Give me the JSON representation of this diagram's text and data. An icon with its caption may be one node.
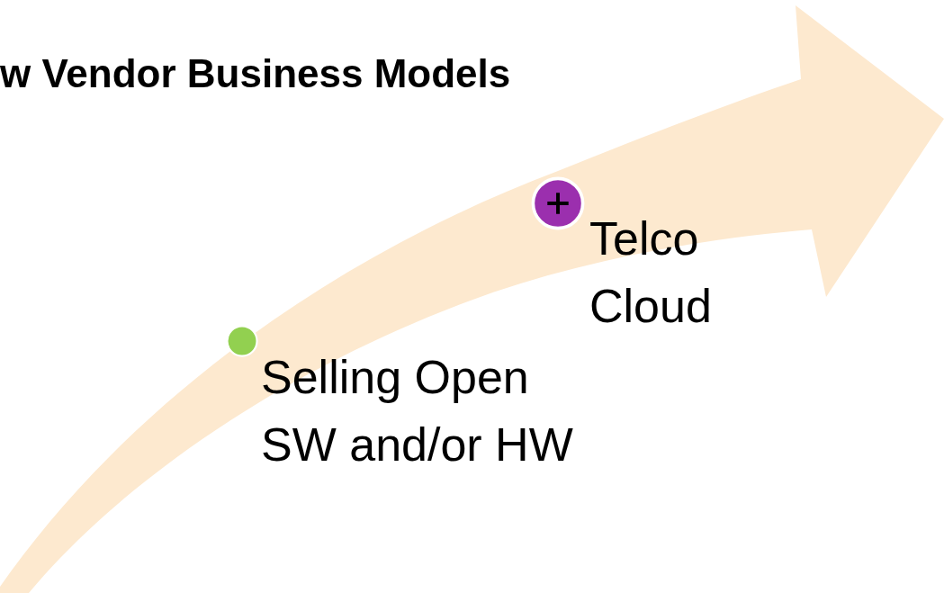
{
  "diagram": {
    "title": "w Vendor Business Models",
    "nodes": [
      {
        "text": [],
        "shape": "circle",
        "beside": [
          "Selling Open SW and/or HW"
        ]
      },
      {
        "text": [],
        "shape": "circle",
        "beside": [
          "Telco Cloud"
        ]
      }
    ]
  }
}
